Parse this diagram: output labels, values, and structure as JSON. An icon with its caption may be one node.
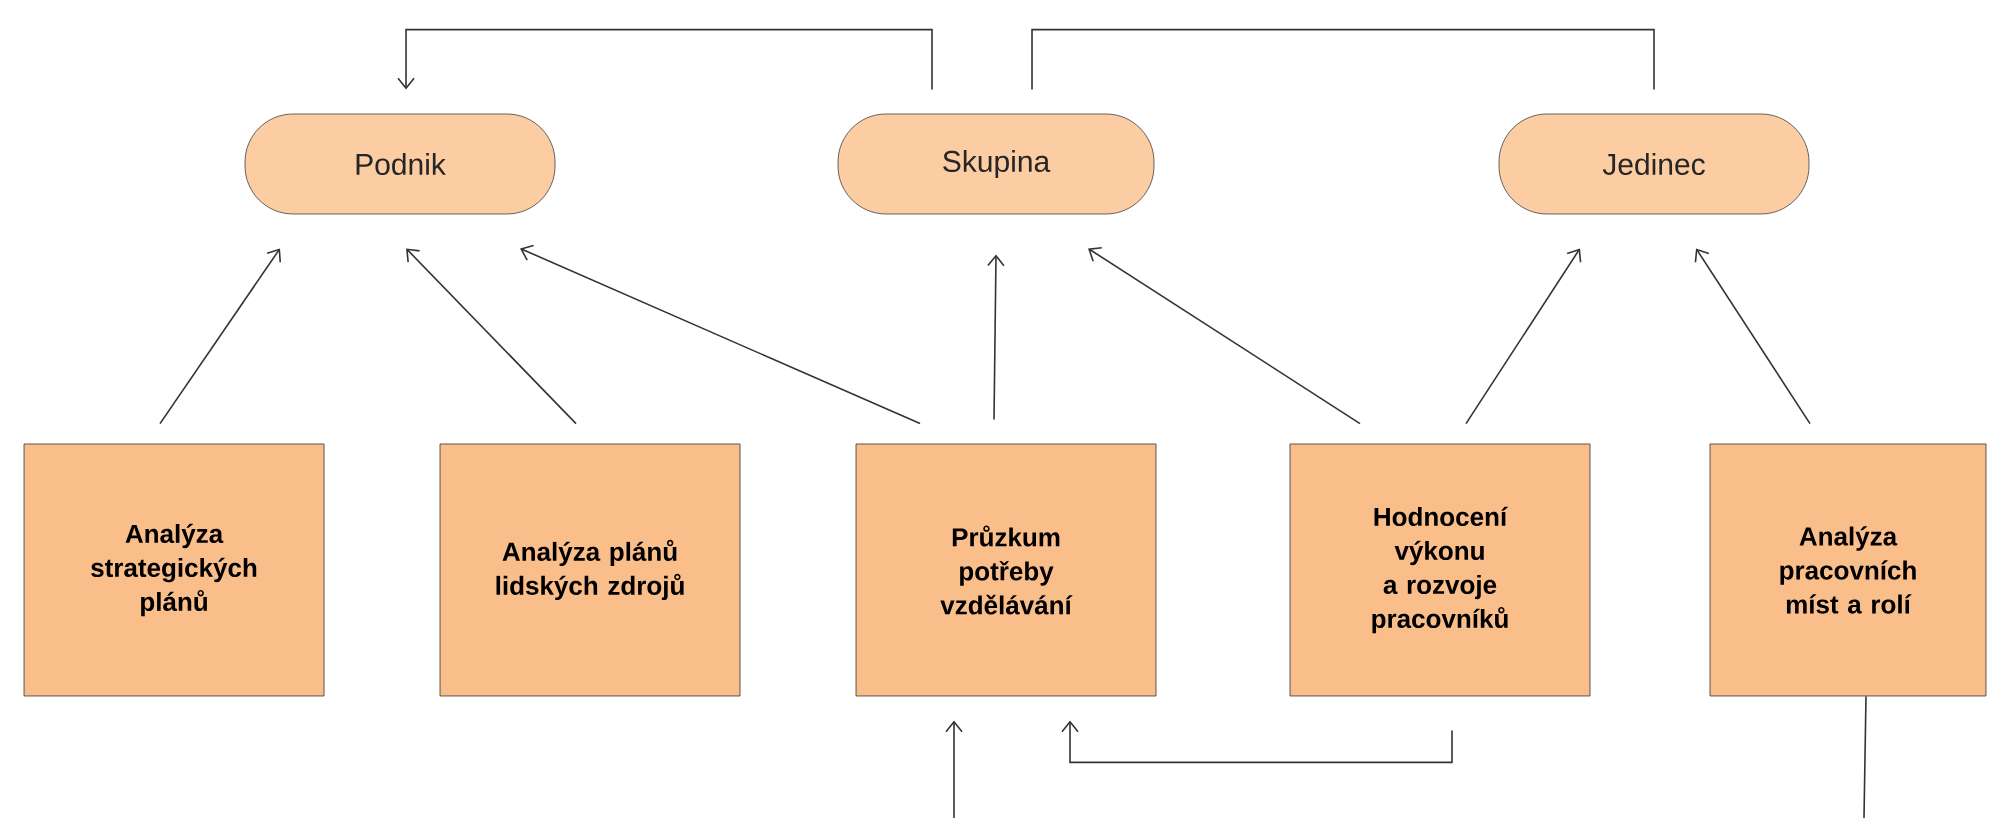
{
  "diagram": {
    "nodes": [
      {
        "text": [
          "Podnik"
        ]
      },
      {
        "text": [
          "Skupina"
        ]
      },
      {
        "text": [
          "Jedinec"
        ]
      },
      {
        "text": [
          "Analýza strategických plánů"
        ]
      },
      {
        "text": [
          "Analýza plánů lidských zdrojů"
        ]
      },
      {
        "text": [
          "Průzkum potřeby vzdělávání"
        ]
      },
      {
        "text": [
          "Hodnocení výkonu a rozvoje pracovníků"
        ]
      },
      {
        "text": [
          "Analýza pracovních míst a rolí"
        ]
      }
    ],
    "edges": [
      {
        "from": 1,
        "to": 0,
        "arrow": "to"
      },
      {
        "from": 1,
        "to": 2,
        "arrow": "none"
      },
      {
        "from": 3,
        "to": 0,
        "arrow": "to"
      },
      {
        "from": 4,
        "to": 0,
        "arrow": "to"
      },
      {
        "from": 5,
        "to": 0,
        "arrow": "to"
      },
      {
        "from": 5,
        "to": 1,
        "arrow": "to"
      },
      {
        "from": 6,
        "to": 1,
        "arrow": "to"
      },
      {
        "from": 6,
        "to": 2,
        "arrow": "to"
      },
      {
        "from": 7,
        "to": 2,
        "arrow": "to"
      },
      {
        "from": null,
        "to": 5,
        "arrow": "to"
      },
      {
        "from": 6,
        "to": 5,
        "arrow": "to"
      },
      {
        "from": 7,
        "to": null,
        "arrow": "none"
      }
    ]
  }
}
